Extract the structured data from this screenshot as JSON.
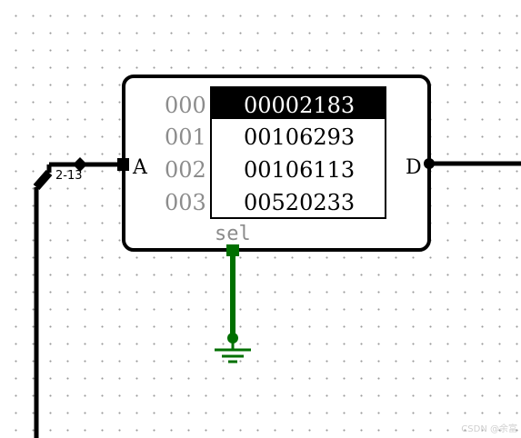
{
  "rom": {
    "addresses": [
      "000",
      "001",
      "002",
      "003"
    ],
    "values": [
      "00002183",
      "00106293",
      "00106113",
      "00520233"
    ],
    "selected_row": 0,
    "port_a": "A",
    "port_d": "D",
    "select_label": "sel"
  },
  "wire": {
    "bus_label": "2-13"
  },
  "colors": {
    "wire": "#000000",
    "select_wire": "#007000",
    "highlight_bg": "#000000",
    "highlight_fg": "#ffffff",
    "dim_text": "#8c8c8c"
  },
  "watermark": "CSDN @余富"
}
